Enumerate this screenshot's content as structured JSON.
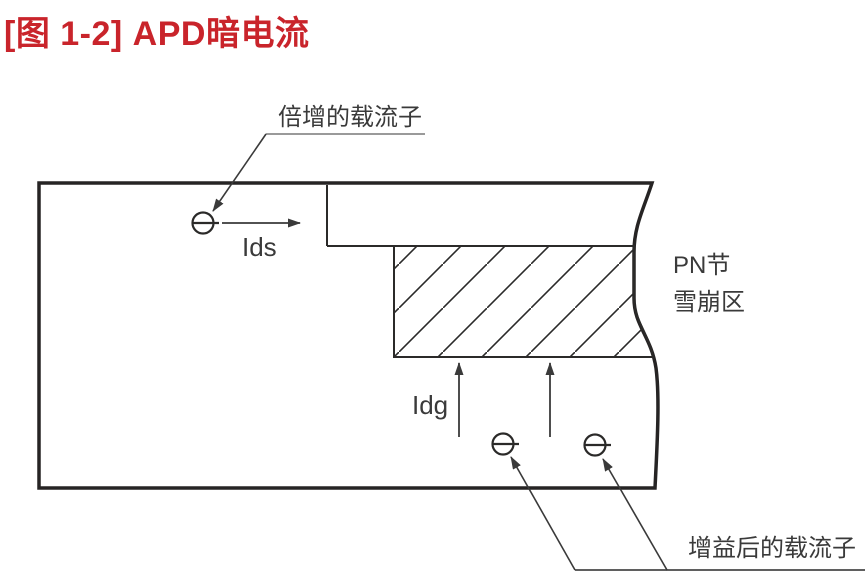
{
  "title": {
    "text": "[图 1-2] APD暗电流"
  },
  "colors": {
    "title_red": "#c9242b",
    "line_black": "#262424",
    "label_gray": "#3a3a3a"
  },
  "diagram": {
    "top_label": "倍增的载流子",
    "ids_label": "Ids",
    "idg_label": "Idg",
    "region_label_line1": "PN节",
    "region_label_line2": "雪崩区",
    "bottom_label": "增益后的载流子"
  }
}
